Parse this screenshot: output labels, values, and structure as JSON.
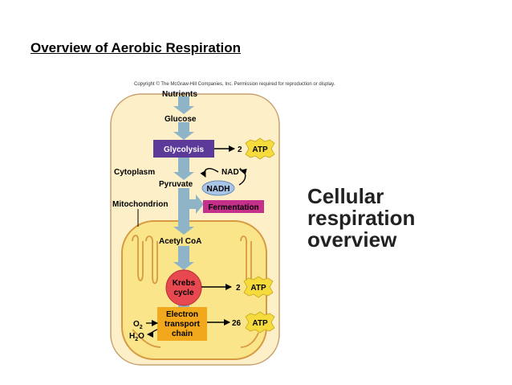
{
  "slide": {
    "title": "Overview of Aerobic Respiration"
  },
  "side_caption": {
    "line1": "Cellular",
    "line2": "respiration",
    "line3": "overview"
  },
  "figure": {
    "copyright": "Copyright © The McGraw-Hill Companies, Inc. Permission required for reproduction or display.",
    "nutrients": "Nutrients",
    "glucose": "Glucose",
    "glycolysis": "Glycolysis",
    "glycolysis_atp_count": "2",
    "atp": "ATP",
    "cytoplasm": "Cytoplasm",
    "nad_plus": "NAD",
    "nad_plus_sup": "+",
    "pyruvate": "Pyruvate",
    "nadh": "NADH",
    "mitochondrion": "Mitochondrion",
    "fermentation": "Fermentation",
    "acetyl_coa": "Acetyl CoA",
    "krebs_line1": "Krebs",
    "krebs_line2": "cycle",
    "krebs_atp_count": "2",
    "etc_line1": "Electron",
    "etc_line2": "transport",
    "etc_line3": "chain",
    "etc_atp_count": "26",
    "o2": "O",
    "o2_sub": "2",
    "h2o_h": "H",
    "h2o_sub": "2",
    "h2o_o": "O"
  },
  "colors": {
    "cell_fill": "#fdf0c8",
    "cell_stroke": "#c8a070",
    "mito_fill": "#fbe58a",
    "mito_stroke": "#d89a40",
    "flow_arrow": "#8fb4c8",
    "glycolysis": "#5b3a9a",
    "fermentation": "#c4308a",
    "nadh": "#a8c4e6",
    "krebs": "#e84850",
    "etc": "#f2a81c",
    "atp_star": "#f5dc3c"
  }
}
